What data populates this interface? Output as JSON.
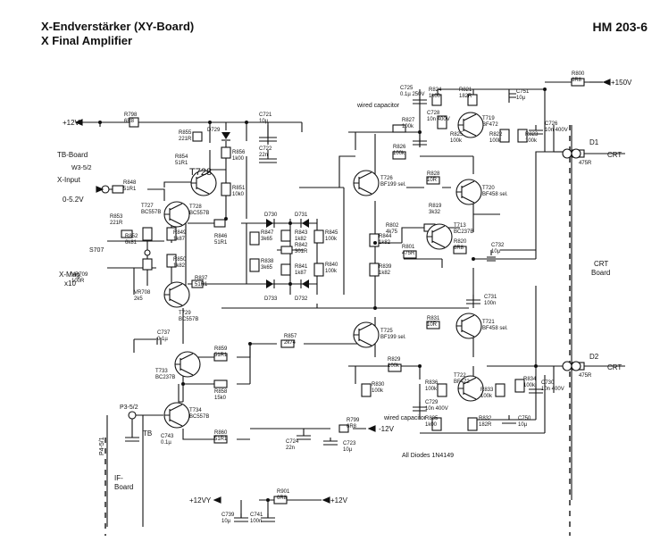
{
  "header": {
    "title_de": "X-Endverstärker (XY-Board)",
    "title_en": "X Final Amplifier",
    "doc_id": "HM 203-6"
  },
  "labels": {
    "plus12v": "+12V",
    "plus150v": "+150V",
    "minus12v": "-12V",
    "plus12vy": "+12VY",
    "plus12v_b": "+12V",
    "tb_board": "TB-Board",
    "w3": "W3-5/2",
    "xinput": "X-Input",
    "xrange": "0-5.2V",
    "xmag": "X-Mag.",
    "x10": "x10",
    "crt_board_1": "CRT",
    "crt_board_2": "Board",
    "crt1": "CRT",
    "crt2": "CRT",
    "d1": "D1",
    "d2": "D2",
    "if_board_1": "IF-",
    "if_board_2": "Board",
    "tb2": "TB",
    "p3": "P3-5/2",
    "p45": "P4-5/1",
    "wired_cap_top": "wired capacitor",
    "wired_cap_bot": "wired capacitor",
    "all_diodes": "All Diodes 1N4149",
    "s707": "S707",
    "handwritten": "T728"
  },
  "components": [
    {
      "ref": "R798",
      "val": "6R8"
    },
    {
      "ref": "R855",
      "val": "221R"
    },
    {
      "ref": "D729",
      "val": ""
    },
    {
      "ref": "R854",
      "val": "51R1"
    },
    {
      "ref": "T728",
      "val": "BC557B"
    },
    {
      "ref": "R856",
      "val": "1k00"
    },
    {
      "ref": "R851",
      "val": "10k0"
    },
    {
      "ref": "C721",
      "val": "10µ"
    },
    {
      "ref": "C722",
      "val": "22n"
    },
    {
      "ref": "R848",
      "val": "51R1"
    },
    {
      "ref": "T727",
      "val": "BC557B"
    },
    {
      "ref": "R853",
      "val": "221R"
    },
    {
      "ref": "R852",
      "val": "6k81"
    },
    {
      "ref": "R849",
      "val": "1k87"
    },
    {
      "ref": "R846",
      "val": "51R1"
    },
    {
      "ref": "VR709",
      "val": "100R"
    },
    {
      "ref": "VR708",
      "val": "2k5"
    },
    {
      "ref": "R850",
      "val": "1k82"
    },
    {
      "ref": "R837",
      "val": "51R1"
    },
    {
      "ref": "T729",
      "val": "BC557B"
    },
    {
      "ref": "D730",
      "val": ""
    },
    {
      "ref": "D731",
      "val": ""
    },
    {
      "ref": "D733",
      "val": ""
    },
    {
      "ref": "D732",
      "val": ""
    },
    {
      "ref": "R847",
      "val": "3k65"
    },
    {
      "ref": "R838",
      "val": "3k65"
    },
    {
      "ref": "R843",
      "val": "1k82"
    },
    {
      "ref": "R842",
      "val": "301R"
    },
    {
      "ref": "R841",
      "val": "1k87"
    },
    {
      "ref": "R845",
      "val": "100k"
    },
    {
      "ref": "R840",
      "val": "100k"
    },
    {
      "ref": "C737",
      "val": "0.1µ"
    },
    {
      "ref": "R859",
      "val": "51R1"
    },
    {
      "ref": "T733",
      "val": "BC237B"
    },
    {
      "ref": "R858",
      "val": "15k0"
    },
    {
      "ref": "R857",
      "val": "2k74"
    },
    {
      "ref": "T734",
      "val": "BC557B"
    },
    {
      "ref": "C743",
      "val": "0.1µ"
    },
    {
      "ref": "R860",
      "val": "51R1"
    },
    {
      "ref": "C724",
      "val": "22n"
    },
    {
      "ref": "R799",
      "val": "6R8"
    },
    {
      "ref": "C723",
      "val": "10µ"
    },
    {
      "ref": "C725",
      "val": "0.1µ 250V"
    },
    {
      "ref": "R824",
      "val": "1k00"
    },
    {
      "ref": "R821",
      "val": "182R"
    },
    {
      "ref": "C751",
      "val": "10µ"
    },
    {
      "ref": "R800",
      "val": "6R8"
    },
    {
      "ref": "R827",
      "val": "100k"
    },
    {
      "ref": "C728",
      "val": "10n 400V"
    },
    {
      "ref": "R825",
      "val": "100k"
    },
    {
      "ref": "T719",
      "val": "BF472"
    },
    {
      "ref": "R822",
      "val": "100k"
    },
    {
      "ref": "R823",
      "val": "100k"
    },
    {
      "ref": "C726",
      "val": "10n 400V"
    },
    {
      "ref": "R826",
      "val": "100k"
    },
    {
      "ref": "T726",
      "val": "BF199 sel."
    },
    {
      "ref": "R828",
      "val": "10R"
    },
    {
      "ref": "T720",
      "val": "BF458 sel."
    },
    {
      "ref": "R819",
      "val": "3k32"
    },
    {
      "ref": "R802",
      "val": "4k75"
    },
    {
      "ref": "T713",
      "val": "BC237B"
    },
    {
      "ref": "R844",
      "val": "1k82"
    },
    {
      "ref": "R801",
      "val": "475R"
    },
    {
      "ref": "R820",
      "val": "6R8"
    },
    {
      "ref": "C732",
      "val": "10µ"
    },
    {
      "ref": "R839",
      "val": "1k82"
    },
    {
      "ref": "C731",
      "val": "100n"
    },
    {
      "ref": "R831",
      "val": "10R"
    },
    {
      "ref": "T721",
      "val": "BF458 sel."
    },
    {
      "ref": "T725",
      "val": "BF199 sel."
    },
    {
      "ref": "R829",
      "val": "100k"
    },
    {
      "ref": "R830",
      "val": "100k"
    },
    {
      "ref": "R836",
      "val": "100k"
    },
    {
      "ref": "T722",
      "val": "BF472"
    },
    {
      "ref": "C729",
      "val": "10n 400V"
    },
    {
      "ref": "R833",
      "val": "100k"
    },
    {
      "ref": "R834",
      "val": "100k"
    },
    {
      "ref": "C730",
      "val": "10n 400V"
    },
    {
      "ref": "R835",
      "val": "1k00"
    },
    {
      "ref": "R832",
      "val": "182R"
    },
    {
      "ref": "C750",
      "val": "10µ"
    },
    {
      "ref": "R901",
      "val": "6R8"
    },
    {
      "ref": "C739",
      "val": "10µ"
    },
    {
      "ref": "C741",
      "val": "100n"
    },
    {
      "ref": "R_D1",
      "val": "475R"
    },
    {
      "ref": "R_D2",
      "val": "475R"
    }
  ]
}
